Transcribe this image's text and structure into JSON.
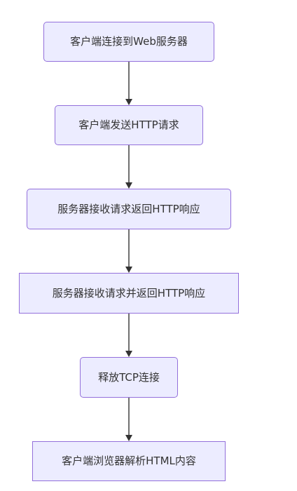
{
  "flowchart": {
    "nodes": [
      {
        "id": "n1",
        "label": "客户端连接到Web服务器"
      },
      {
        "id": "n2",
        "label": "客户端发送HTTP请求"
      },
      {
        "id": "n3",
        "label": "服务器接收请求返回HTTP响应"
      },
      {
        "id": "n4",
        "label": "服务器接收请求并返回HTTP响应"
      },
      {
        "id": "n5",
        "label": "释放TCP连接"
      },
      {
        "id": "n6",
        "label": "客户端浏览器解析HTML内容"
      }
    ],
    "edges": [
      {
        "from": "n1",
        "to": "n2"
      },
      {
        "from": "n2",
        "to": "n3"
      },
      {
        "from": "n3",
        "to": "n4"
      },
      {
        "from": "n4",
        "to": "n5"
      },
      {
        "from": "n5",
        "to": "n6"
      }
    ],
    "colors": {
      "node_fill": "#ECECFF",
      "node_border": "#9370DB",
      "text": "#333333",
      "edge": "#333333"
    }
  }
}
